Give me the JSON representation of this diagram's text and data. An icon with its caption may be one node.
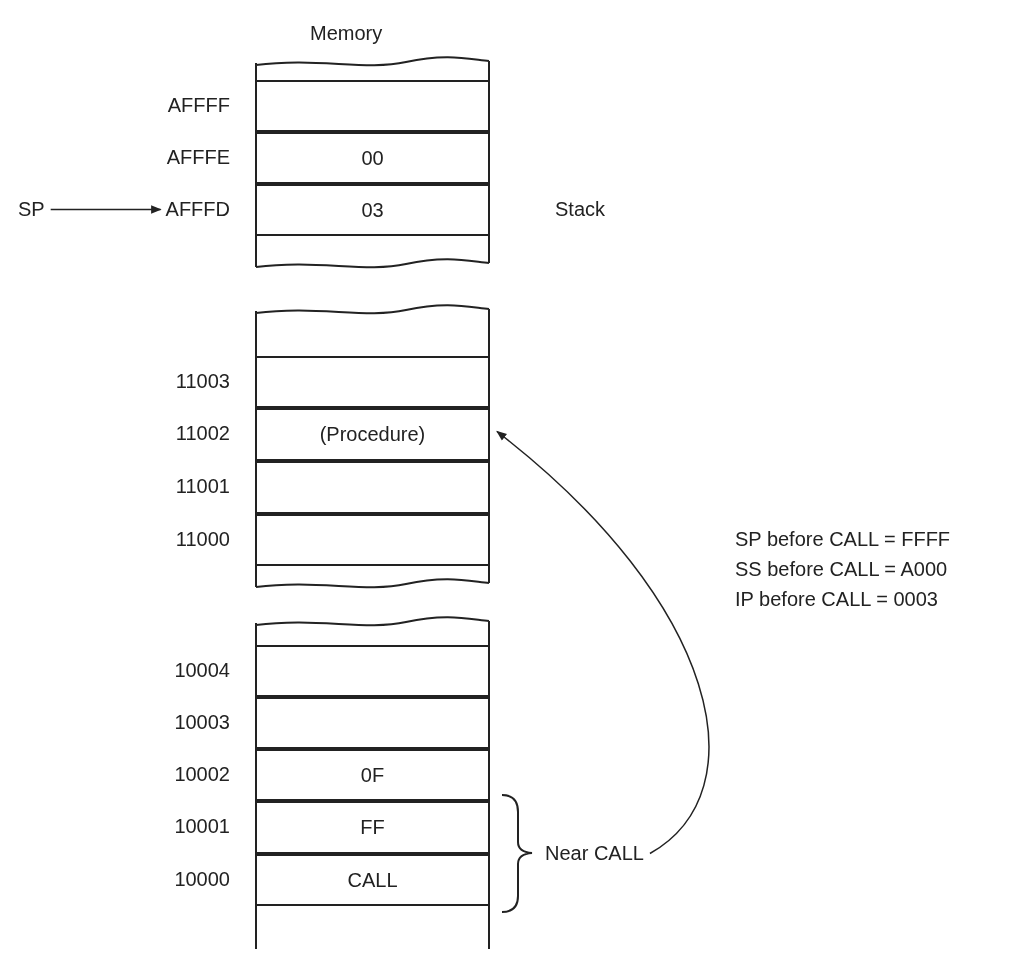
{
  "diagram": {
    "nodes": [
      {
        "text": [],
        "shape": "box"
      },
      {
        "text": [],
        "shape": "box"
      },
      {
        "text": [
          "00"
        ]
      },
      {
        "text": [
          "SP"
        ]
      },
      {
        "text": [
          "AFFFD"
        ]
      },
      {
        "text": [
          "03"
        ]
      },
      {
        "text": [],
        "shape": "box"
      },
      {
        "text": [],
        "shape": "box"
      },
      {
        "text": [],
        "shape": "box"
      },
      {
        "text": [
          "(Procedure)"
        ]
      },
      {
        "text": [],
        "shape": "box"
      },
      {
        "text": [],
        "shape": "box"
      },
      {
        "text": [],
        "shape": "box"
      },
      {
        "text": [],
        "shape": "box"
      },
      {
        "text": [],
        "shape": "box"
      },
      {
        "text": [],
        "shape": "box"
      },
      {
        "text": [
          "0F"
        ]
      },
      {
        "text": [
          "FF"
        ]
      },
      {
        "text": [
          "Near CALL"
        ]
      },
      {
        "text": [
          "CALL"
        ]
      },
      {
        "text": [],
        "shape": "box"
      }
    ],
    "edges": [
      {
        "from": 3,
        "to": 4,
        "arrow": "to"
      },
      {
        "from": 18,
        "to": 9,
        "arrow": "to"
      }
    ],
    "labels": [
      "Memory",
      "AFFFF",
      "AFFFE",
      "Stack",
      "11003",
      "11002",
      "11001",
      "11000",
      "SP before CALL = FFFF",
      "SS before CALL = A000",
      "IP before CALL = 0003",
      "10004",
      "10003",
      "10002",
      "10001",
      "10000"
    ]
  }
}
